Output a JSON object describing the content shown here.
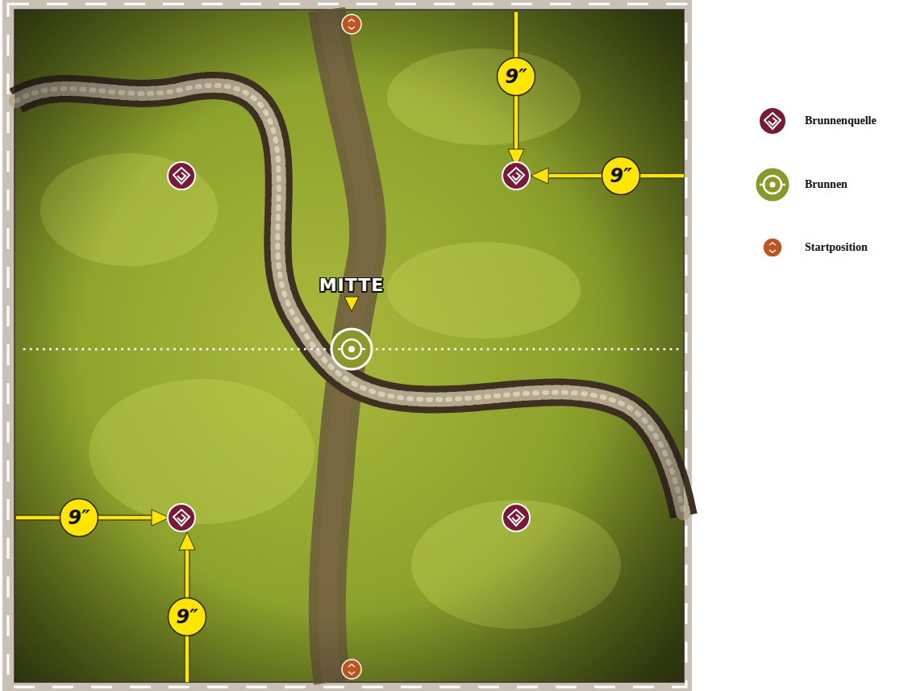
{
  "diagram": {
    "nodes": [
      {
        "text": [
          "9″"
        ]
      },
      {
        "text": [
          "9″"
        ]
      },
      {
        "text": [
          "9″"
        ]
      },
      {
        "text": [
          "9″"
        ]
      }
    ],
    "labels": [
      "MITTE"
    ],
    "legend": [
      {
        "text": "Brunnenquelle"
      },
      {
        "text": "Brunnen"
      },
      {
        "text": "Startposition"
      }
    ]
  }
}
